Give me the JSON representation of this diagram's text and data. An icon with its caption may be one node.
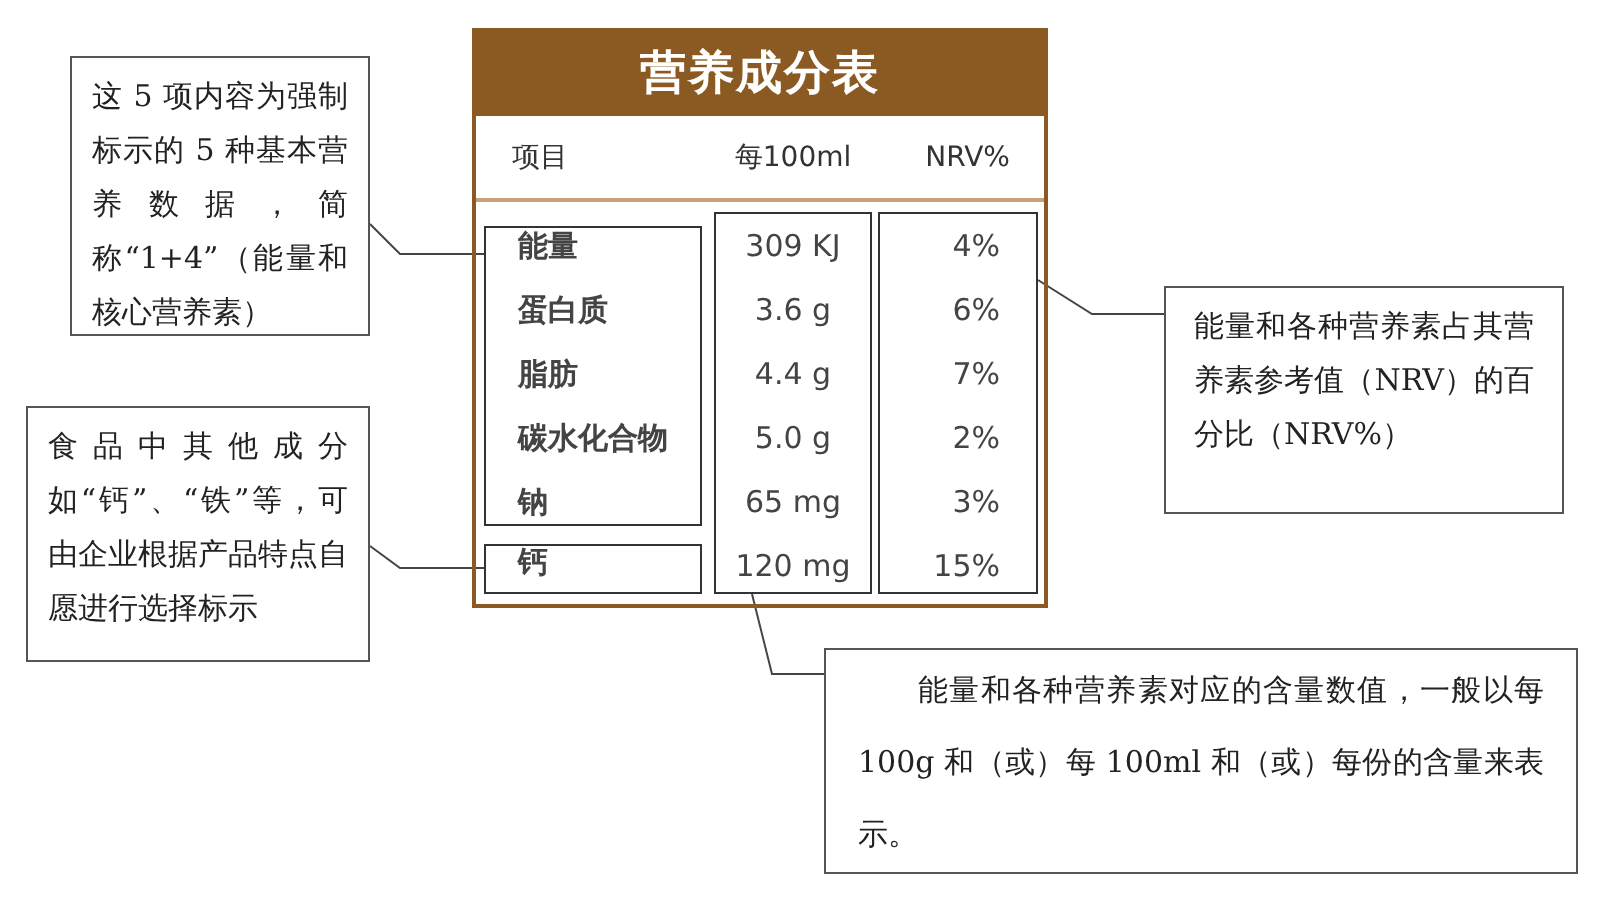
{
  "diagram": {
    "nodes": [
      {
        "text": [
          "营养成分表",
          "项目",
          "每100ml",
          "NRV%"
        ]
      },
      {
        "text": [
          "这 5 项内容为强制标示的 5 种基本营养数据，简称“1+4”（能量和核心营养素）"
        ]
      },
      {
        "text": [
          "能量",
          "蛋白质",
          "脂肪",
          "碳水化合物",
          "钠"
        ],
        "in": 0
      },
      {
        "text": [
          "钙"
        ],
        "in": 0
      },
      {
        "text": [
          "309 KJ",
          "3.6 g",
          "4.4 g",
          "5.0 g",
          "65 mg",
          "120 mg"
        ],
        "in": 0
      },
      {
        "text": [
          "4%",
          "6%",
          "7%",
          "2%",
          "3%",
          "15%"
        ],
        "in": 0
      },
      {
        "text": [
          "食品中其他成分如“钙”、“铁”等，可由企业根据产品特点自愿进行选择标示"
        ]
      },
      {
        "text": [
          "能量和各种营养素占其营养素参考值（NRV）的百分比（NRV%）"
        ]
      },
      {
        "text": [
          "能量和各种营养素对应的含量数值，一般以每 100g 和（或）每 100ml 和（或）每份的含量来表示。"
        ]
      }
    ],
    "edges": [
      {
        "from": 1,
        "to": 2,
        "arrow": "none"
      },
      {
        "from": 6,
        "to": 3,
        "arrow": "none"
      },
      {
        "from": 7,
        "to": 5,
        "arrow": "none"
      },
      {
        "from": 8,
        "to": 4,
        "arrow": "none"
      }
    ]
  }
}
